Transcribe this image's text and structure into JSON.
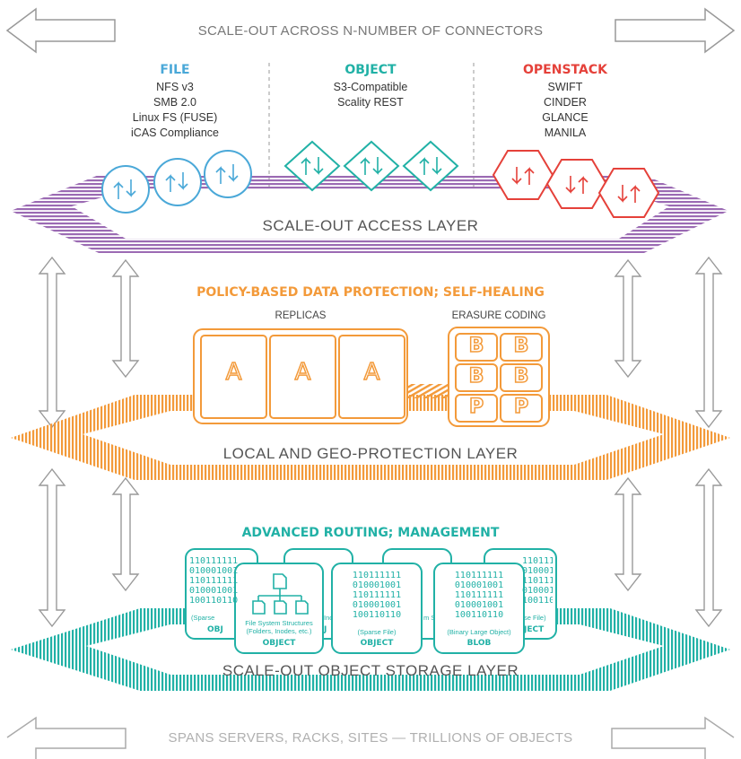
{
  "colors": {
    "file": "#4aa8d8",
    "object": "#21b1a6",
    "openstack": "#e5413a",
    "access_layer": "#9b6ab3",
    "protection": "#f39a3a",
    "storage": "#21b1a6",
    "gray_text": "#666666"
  },
  "top_banner": "SCALE-OUT ACROSS N-NUMBER OF CONNECTORS",
  "bottom_banner": "SPANS SERVERS, RACKS, SITES — TRILLIONS OF OBJECTS",
  "connectors": {
    "file": {
      "title": "FILE",
      "items": [
        "NFS v3",
        "SMB 2.0",
        "Linux FS (FUSE)",
        "iCAS Compliance"
      ]
    },
    "object": {
      "title": "OBJECT",
      "items": [
        "S3-Compatible",
        "Scality REST"
      ]
    },
    "openstack": {
      "title": "OPENSTACK",
      "items": [
        "SWIFT",
        "CINDER",
        "GLANCE",
        "MANILA"
      ]
    }
  },
  "layers": {
    "access": "SCALE-OUT ACCESS LAYER",
    "protection": "LOCAL AND GEO-PROTECTION LAYER",
    "storage": "SCALE-OUT OBJECT STORAGE LAYER"
  },
  "protection": {
    "heading": "POLICY-BASED DATA PROTECTION; SELF-HEALING",
    "replicas_label": "REPLICAS",
    "replica_letter": "A",
    "erasure_label": "ERASURE CODING",
    "erasure_cells": [
      "B",
      "B",
      "B",
      "B",
      "P",
      "P"
    ]
  },
  "routing": {
    "heading": "ADVANCED ROUTING; MANAGEMENT",
    "binary_lines": [
      "110111111",
      "010001001",
      "110111111",
      "010001001",
      "100110110"
    ],
    "back_cards": [
      {
        "caption": "(Sparse",
        "label": "OBJ"
      },
      {
        "caption": "Inc",
        "label": "J"
      },
      {
        "caption": "m S",
        "label": ""
      },
      {
        "caption": "se File)",
        "label": "JECT"
      }
    ],
    "front_cards": [
      {
        "caption": "File System Structures\n(Folders, Inodes, etc.)",
        "label": "OBJECT"
      },
      {
        "caption": "(Sparse File)",
        "label": "OBJECT"
      },
      {
        "caption": "(Binary Large Object)",
        "label": "BLOB"
      }
    ]
  }
}
